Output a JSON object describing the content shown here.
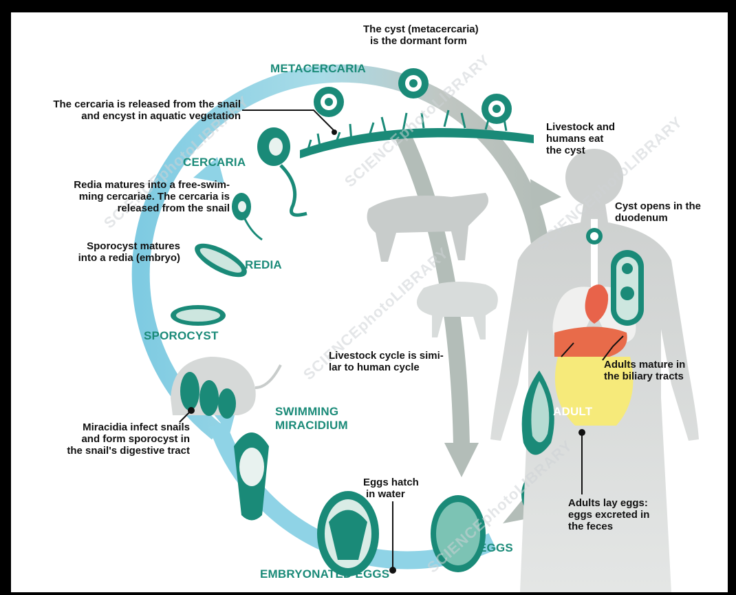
{
  "colors": {
    "teal": "#1a8a78",
    "teal_dark": "#0e5e52",
    "cycle_blue": "#8fd3e6",
    "cycle_gray": "#b3bdb8",
    "body_gray": "#d2d5d4",
    "heart": "#e8634a",
    "liver": "#e86b4a",
    "intestine": "#f6ea7a"
  },
  "watermark": "SCIENCEphotoLIBRARY",
  "stages": {
    "metacercaria": "METACERCARIA",
    "cercaria": "CERCARIA",
    "redia": "REDIA",
    "sporocyst": "SPOROCYST",
    "swimming": "SWIMMING",
    "miracidium": "MIRACIDIUM",
    "adult": "ADULT",
    "eggs": "EGGS",
    "embryonated_eggs": "EMBRYONATED EGGS"
  },
  "notes": {
    "cyst_l1": "The cyst (metacercaria)",
    "cyst_l2": "is the dormant form",
    "cercaria_rel_l1": "The cercaria is released from the snail",
    "cercaria_rel_l2": "and encyst in aquatic vegetation",
    "livestock_l1": "Livestock and",
    "livestock_l2": "humans eat",
    "livestock_l3": "the cyst",
    "redia_mat_l1": "Redia matures into a free-swim-",
    "redia_mat_l2": "ming cercariae. The cercaria is",
    "redia_mat_l3": "released from the snail",
    "cyst_opens_l1": "Cyst opens in the",
    "cyst_opens_l2": "duodenum",
    "sporo_mat_l1": "Sporocyst matures",
    "sporo_mat_l2": "into a redia (embryo)",
    "livestock_cycle_l1": "Livestock cycle is simi-",
    "livestock_cycle_l2": "lar to human cycle",
    "adults_mature_l1": "Adults mature in",
    "adults_mature_l2": "the biliary tracts",
    "miracidia_l1": "Miracidia infect snails",
    "miracidia_l2": "and form sporocyst in",
    "miracidia_l3": "the snail's digestive tract",
    "hatch_l1": "Eggs hatch",
    "hatch_l2": "in water",
    "lay_l1": "Adults lay eggs:",
    "lay_l2": "eggs excreted in",
    "lay_l3": "the feces"
  }
}
